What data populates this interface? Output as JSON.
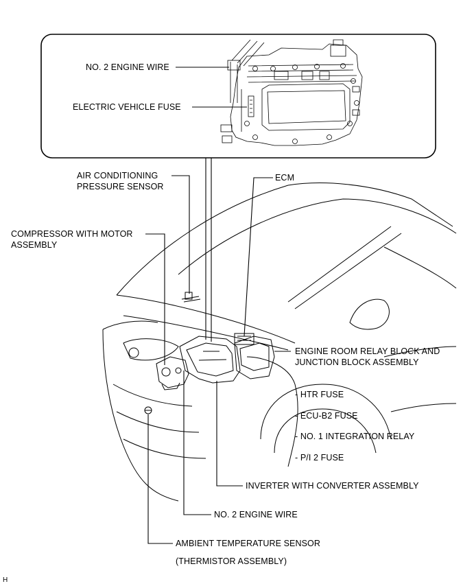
{
  "labels": {
    "no2_engine_wire_top": "NO. 2 ENGINE WIRE",
    "ev_fuse": "ELECTRIC VEHICLE FUSE",
    "ac_pressure_1": "AIR CONDITIONING",
    "ac_pressure_2": "PRESSURE SENSOR",
    "ecm": "ECM",
    "compressor_1": "COMPRESSOR WITH MOTOR",
    "compressor_2": "ASSEMBLY",
    "relay_block_1": "ENGINE ROOM RELAY BLOCK AND",
    "relay_block_2": "JUNCTION BLOCK ASSEMBLY",
    "htr_fuse": "- HTR FUSE",
    "ecu_b2_fuse": "- ECU-B2 FUSE",
    "integration_relay": "- NO. 1 INTEGRATION RELAY",
    "pi2_fuse": "- P/I 2 FUSE",
    "inverter": "INVERTER WITH CONVERTER ASSEMBLY",
    "no2_engine_wire_bottom": "NO. 2 ENGINE WIRE",
    "ambient_1": "AMBIENT TEMPERATURE SENSOR",
    "ambient_2": "(THERMISTOR ASSEMBLY)",
    "corner_mark": "H"
  }
}
